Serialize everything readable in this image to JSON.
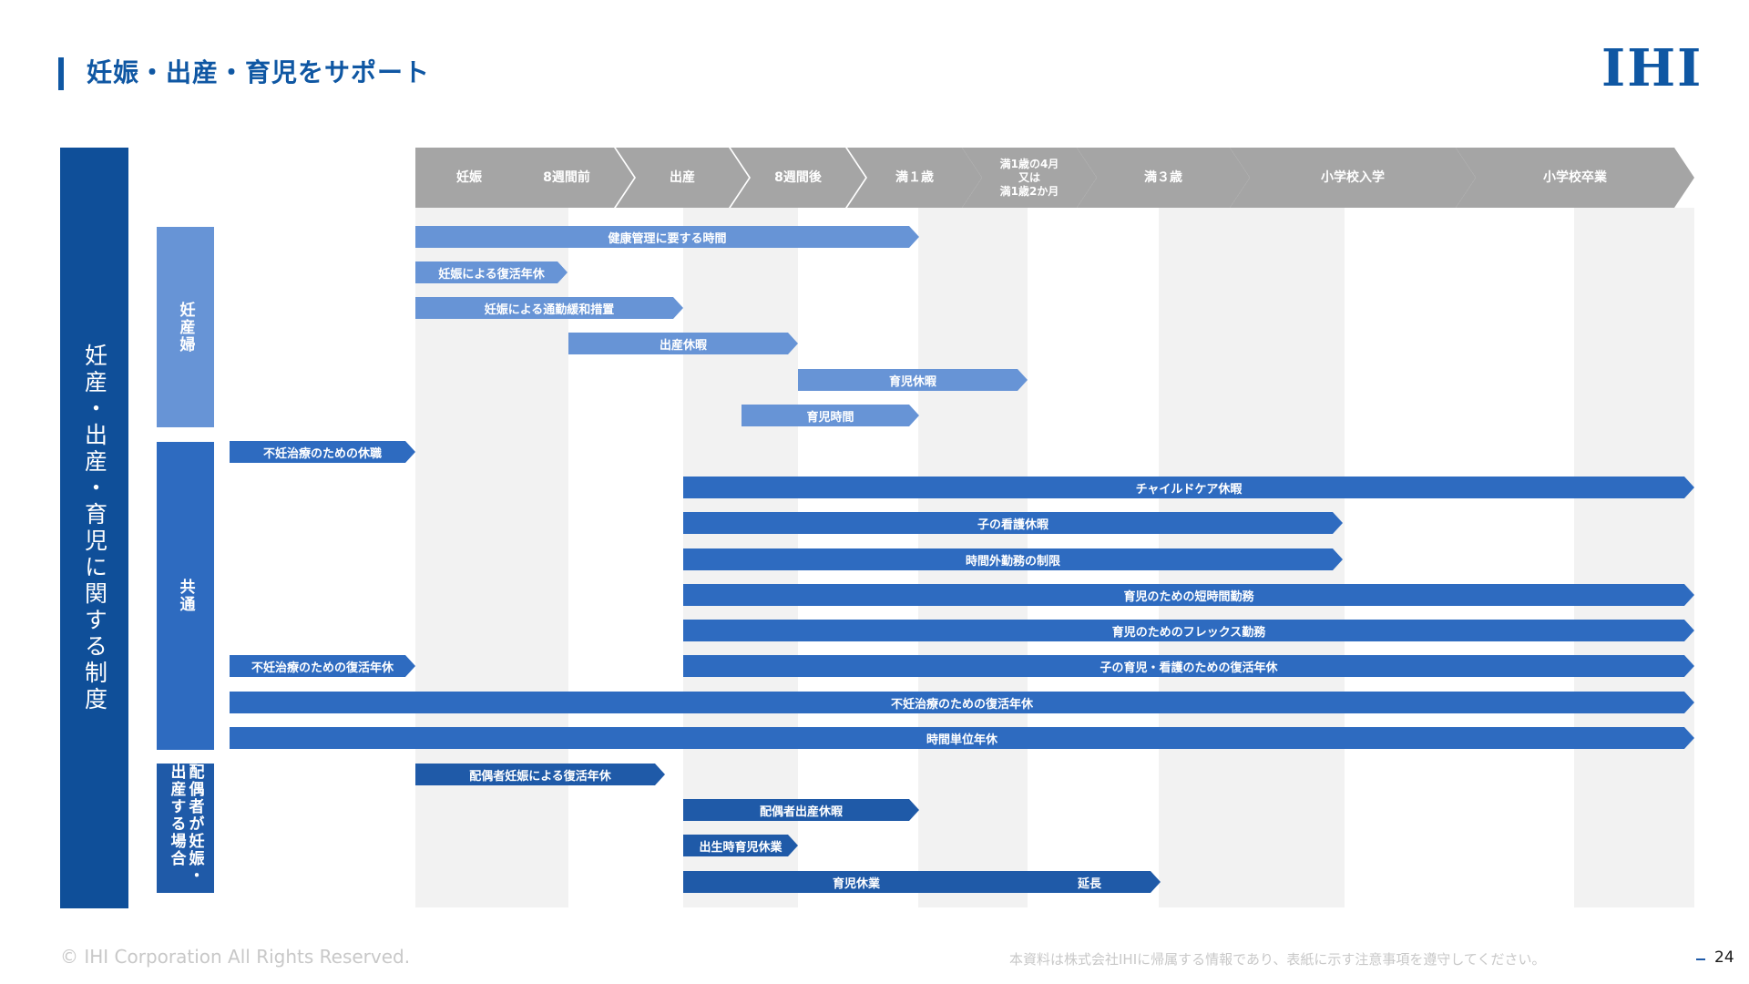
{
  "header": {
    "title": "妊娠・出産・育児をサポート",
    "logo_text": "IHI"
  },
  "side": {
    "main_label": "妊産・出産・育児に関する制度",
    "categories": {
      "pregnant": "妊産婦",
      "common": "共通",
      "spouse": "配偶者が妊娠・出産する場合"
    }
  },
  "timeline": {
    "phases": [
      "妊娠",
      "8週間前",
      "出産",
      "8週間後",
      "満１歳",
      "満1歳の4月\n又は\n満1歳2か月",
      "満３歳",
      "小学校入学",
      "小学校卒業"
    ]
  },
  "bars": {
    "b1": "健康管理に要する時間",
    "b2": "妊娠による復活年休",
    "b3": "妊娠による通勤緩和措置",
    "b4": "出産休暇",
    "b5": "育児休暇",
    "b6": "育児時間",
    "b7": "不妊治療のための休職",
    "b8": "チャイルドケア休暇",
    "b9": "子の看護休暇",
    "b10": "時間外勤務の制限",
    "b11": "育児のための短時間勤務",
    "b12": "育児のためのフレックス勤務",
    "b13": "不妊治療のための復活年休",
    "b14": "子の育児・看護のための復活年休",
    "b15": "不妊治療のための復活年休",
    "b16": "時間単位年休",
    "b17": "配偶者妊娠による復活年休",
    "b18": "配偶者出産休暇",
    "b19": "出生時育児休業",
    "b20": "育児休業",
    "b21": "延長"
  },
  "colors": {
    "primary": "#0f57a3",
    "pregnant": "#6794d6",
    "common": "#2e6bc0",
    "spouse": "#1f5aa8",
    "phase": "#a5a5a5"
  },
  "footer": {
    "copyright": "© IHI Corporation All Rights Reserved.",
    "notice": "本資料は株式会社IHIに帰属する情報であり、表紙に示す注意事項を遵守してください。",
    "page": "24"
  }
}
